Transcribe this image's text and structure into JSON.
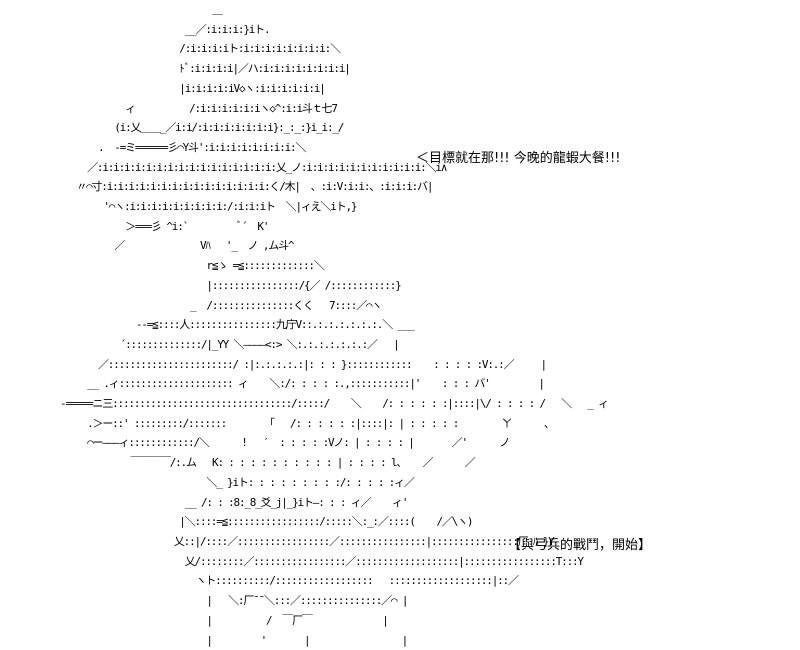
{
  "art": {
    "lines": [
      "                            ＿",
      "                       __／:i:i:i:}iト.",
      "                      /:i:i:i:iト:i:i:i:i:i:i:i:i:＼",
      "                      ﾄﾞ:i:i:i:i|／ハ:i:i:i:i:i:i:i:i|",
      "                      |i:i:i:i:iV◇ヽ:i:i:i:i:i:i|",
      "            ィ          /:i:i:i:i:i:iヽ◇^:i:i斗ｔ七7",
      "          (i:乂＿＿_／i:i/:i:i:i:i:i:i:i}:_:_:}i_i:_/",
      "       .  -=ミ======彡⌒Y斗':i:i:i:i:i:i:i:i:＼",
      "     ／:i:i:i:i:i:i:i:i:i:i:i:i:i:i:i:i:乂_ノ:i:i:i:i:i:i:i:i:i:i:i:＼i∧",
      "   〃⌒寸:i:i:i:i:i:i:i:i:i:i:i:i:i:i:i:く/木|  、:i:V:i:i:、:i:i:i:バ|",
      "        '⌒ヽ:i:i:i:i:i:i:i:i:i:/:i:i:iト  ＼|ィえ＼iト,}",
      "            ＞===彡 ^i:`         ﾞ´  K'",
      "          ／              Vﾊ   '_  ノ ,ム斗^",
      "                           r≦ゝ =≦:::::::::::::＼",
      "                           |::::::::::::::::/{／ /::::::::::::}",
      "                        _  /:::::::::::::::くく   7::::／⌒ヽ",
      "              --=≦::::人::::::::::::::::九庁V::.:.:.:.:.:.:.＼ ___",
      "           ´::::::::::::::/|_YY ＼――――<:> ＼:.:.:.:.:.:.:／   |",
      "       ／:::::::::::::::::::::::/ :|:.:.:.:.:|: : : }::::::::::::    : : : : :V:.:／     |",
      "     __ .ィ::::::::::::::::::::: ィ    ＼:/: : : : :.,:::::::::::|'    : : : バ'         |",
      "-=====ニ三:::::::::::::::::::::::::::::::::/:::::/    ＼    /: : : : : :|::::|\\/ : : : : /   ＼   _ ィ",
      "     .＞ー::' :::::::::/:::::::       「   /: : : : : :|::::|: | : : : : :        ㄚ      、",
      "     ⌒ー―――ィ::::::::::::/＼      !   ′  : : : : :Vノ: | : : : : |       ／'      ノ",
      "             ￣￣￣￣/:.ム   K: : : : : : : : : : : | : : : : l、   ／      ／",
      "                           ＼_ }iト: : : : : : : : :/: : : : :ィ／",
      "                       __ /: : :8:_8_爻_j|_}iト―: : : ィ／    ィ'",
      "                      |＼::::=≦:::::::::::::::::/:::::＼:_:／::::(    /／\\ヽ)",
      "                     乂::|/::::／:::::::::::::::::／::::::::::::::::|::::::::::::::::厂 ﾊ }Y",
      "                       乂/::::::::／:::::::::::::::::／:::::::::::::::::::|:::::::::::::::::T:::Y",
      "                         ヽト::::::::::/::::::::::::::::::   :::::::::::::::::::|::／",
      "                           |   ＼:厂¯¯＼:::／:::::::::::::::／⌒ |",
      "                           |          /  ￣厂￣             |",
      "                           |         '       |                 |"
    ]
  },
  "dialogue": {
    "speech": "＜目標就在那!!! 今晚的龍蝦大餐!!!"
  },
  "footer": {
    "caption": "【與弓兵的戰鬥，開始】"
  }
}
